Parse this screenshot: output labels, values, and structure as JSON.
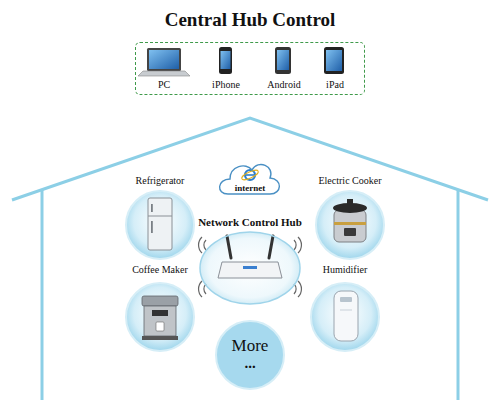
{
  "diagram": {
    "title": "Central Hub Control",
    "nodes": [
      {
        "text": [
          "PC",
          "iPhone",
          "Android",
          "iPad"
        ]
      },
      {
        "text": [
          "internet"
        ]
      },
      {
        "text": [
          "Refrigerator"
        ]
      },
      {
        "text": [
          "Electric Cooker"
        ]
      },
      {
        "text": [
          "Network Control Hub"
        ]
      },
      {
        "text": [
          "Coffee Maker"
        ]
      },
      {
        "text": [
          "Humidifier"
        ]
      },
      {
        "text": [
          "More",
          "..."
        ]
      }
    ]
  }
}
